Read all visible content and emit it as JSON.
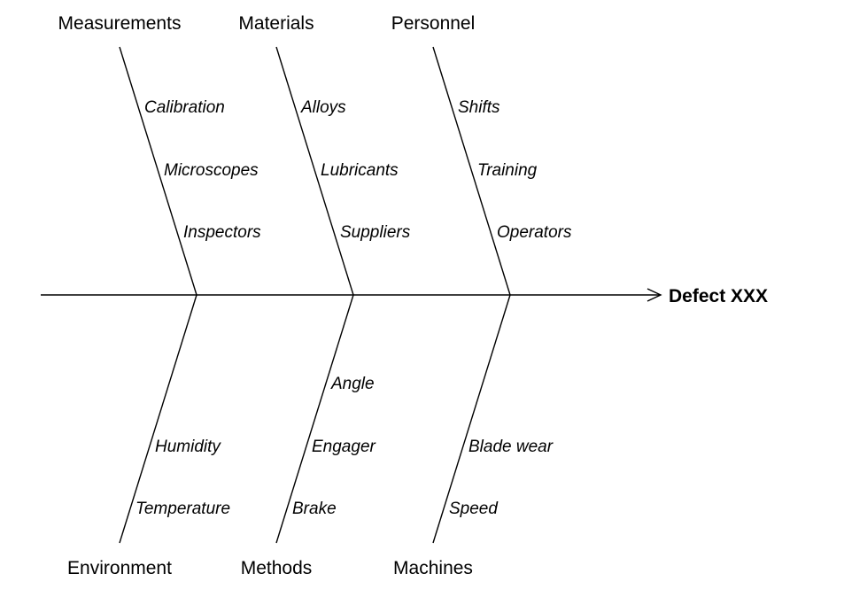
{
  "effect": {
    "label": "Defect XXX"
  },
  "categories": {
    "measurements": {
      "label": "Measurements",
      "causes": [
        "Calibration",
        "Microscopes",
        "Inspectors"
      ]
    },
    "materials": {
      "label": "Materials",
      "causes": [
        "Alloys",
        "Lubricants",
        "Suppliers"
      ]
    },
    "personnel": {
      "label": "Personnel",
      "causes": [
        "Shifts",
        "Training",
        "Operators"
      ]
    },
    "environment": {
      "label": "Environment",
      "causes": [
        "Humidity",
        "Temperature"
      ]
    },
    "methods": {
      "label": "Methods",
      "causes": [
        "Angle",
        "Engager",
        "Brake"
      ]
    },
    "machines": {
      "label": "Machines",
      "causes": [
        "Blade wear",
        "Speed"
      ]
    }
  }
}
